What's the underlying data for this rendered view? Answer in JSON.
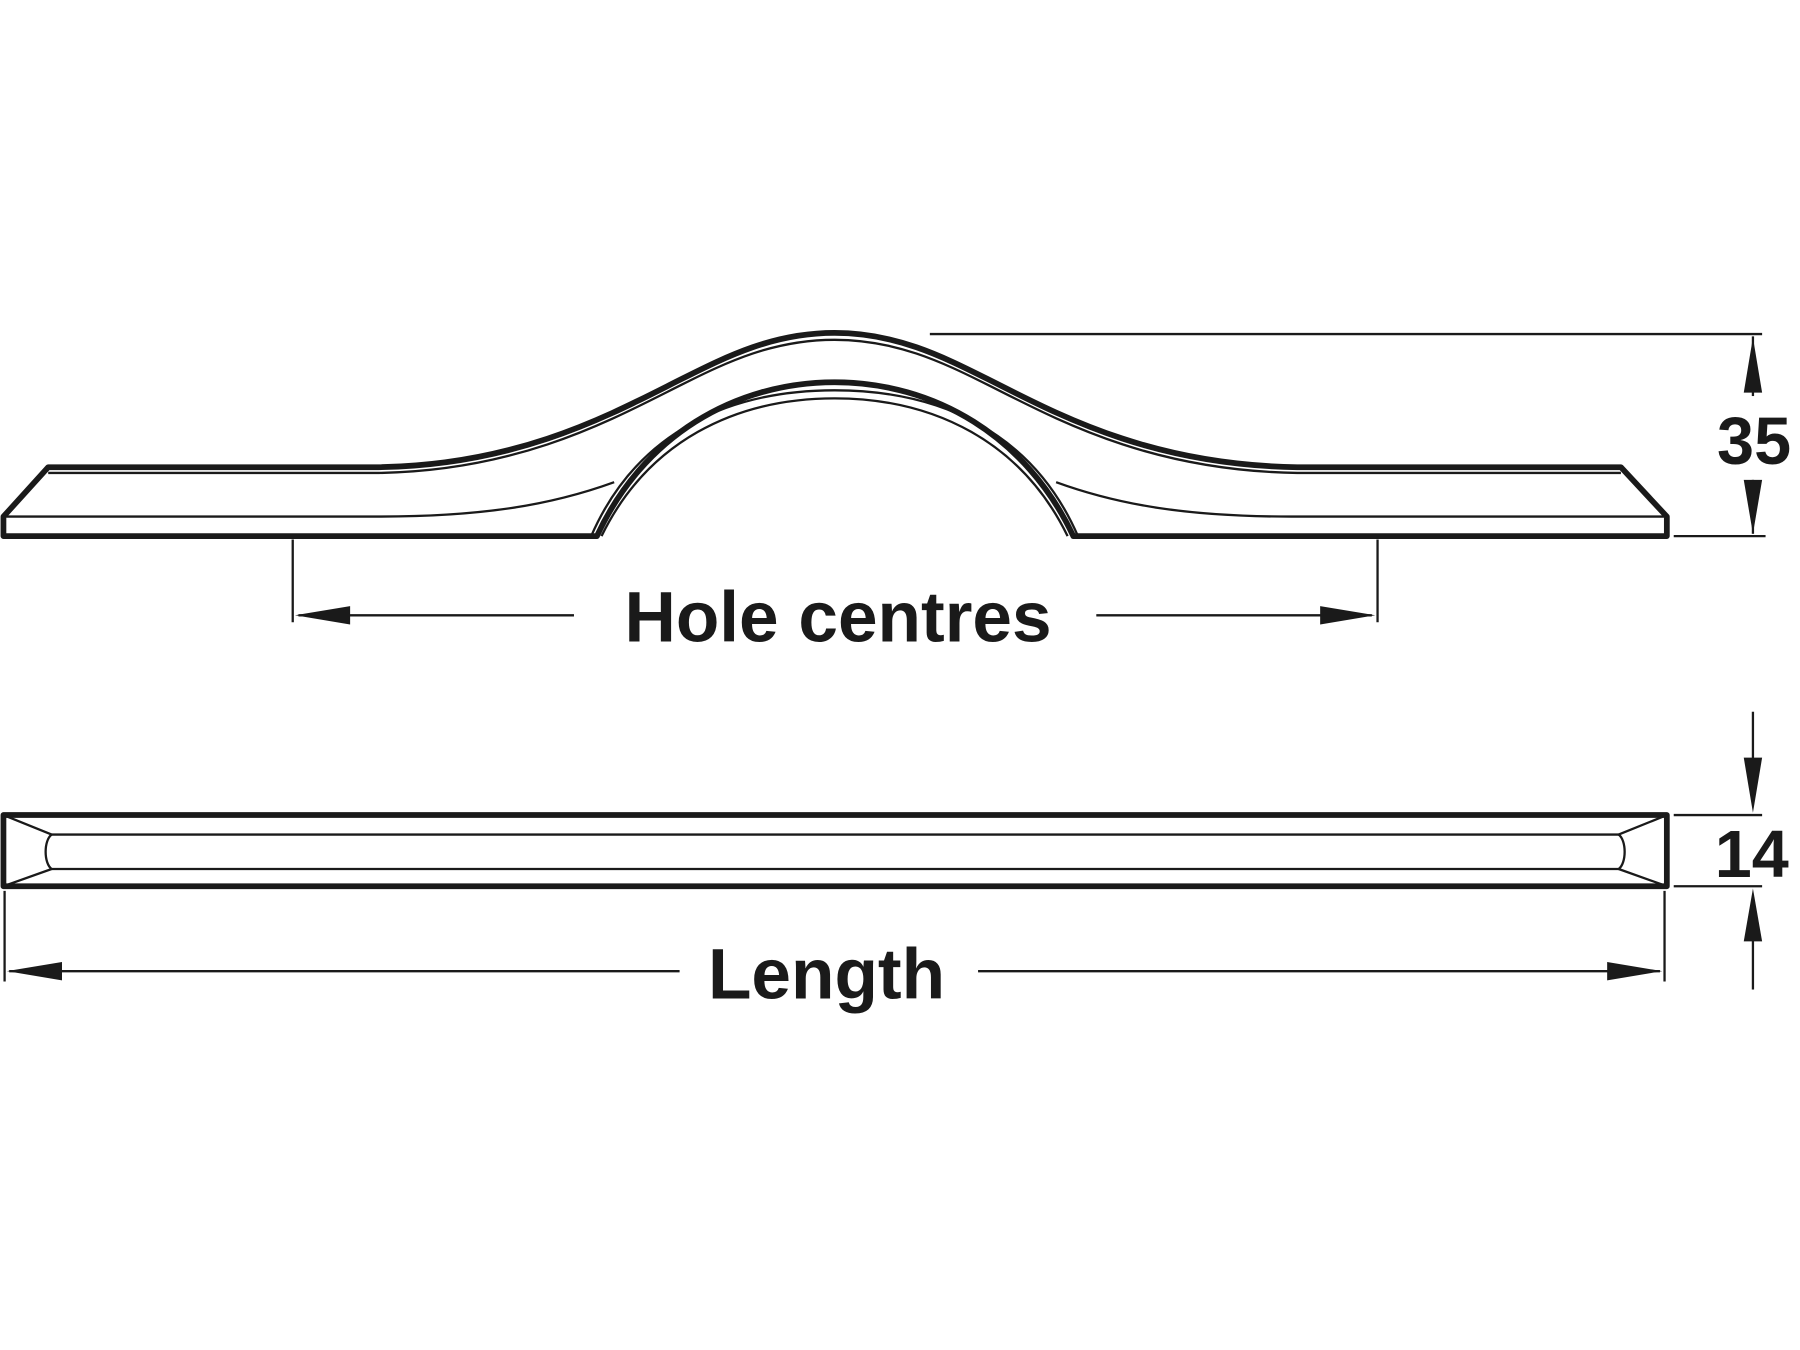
{
  "drawing": {
    "title": "Handle dimension drawing",
    "labels": {
      "hole_centres": "Hole centres",
      "length": "Length",
      "height": "35",
      "depth": "14"
    },
    "colors": {
      "line": "#1a1a1a",
      "background": "#ffffff"
    }
  }
}
